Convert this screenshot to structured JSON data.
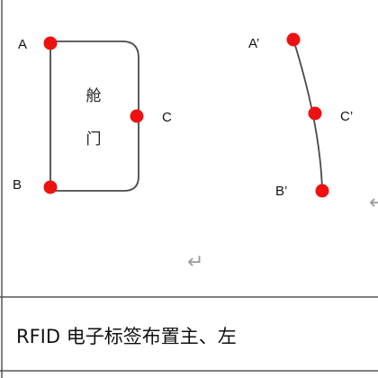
{
  "diagram": {
    "door_label_line1": "舱",
    "door_label_line2": "门",
    "left_points": {
      "a": "A",
      "b": "B",
      "c": "C"
    },
    "right_points": {
      "a": "A’",
      "b": "B’",
      "c": "C’"
    },
    "return_mark": "↵",
    "colors": {
      "point": "#ee1111",
      "outline": "#4a4a4a",
      "frame": "#555555"
    }
  },
  "caption": {
    "text": "RFID 电子标签布置主、左"
  }
}
